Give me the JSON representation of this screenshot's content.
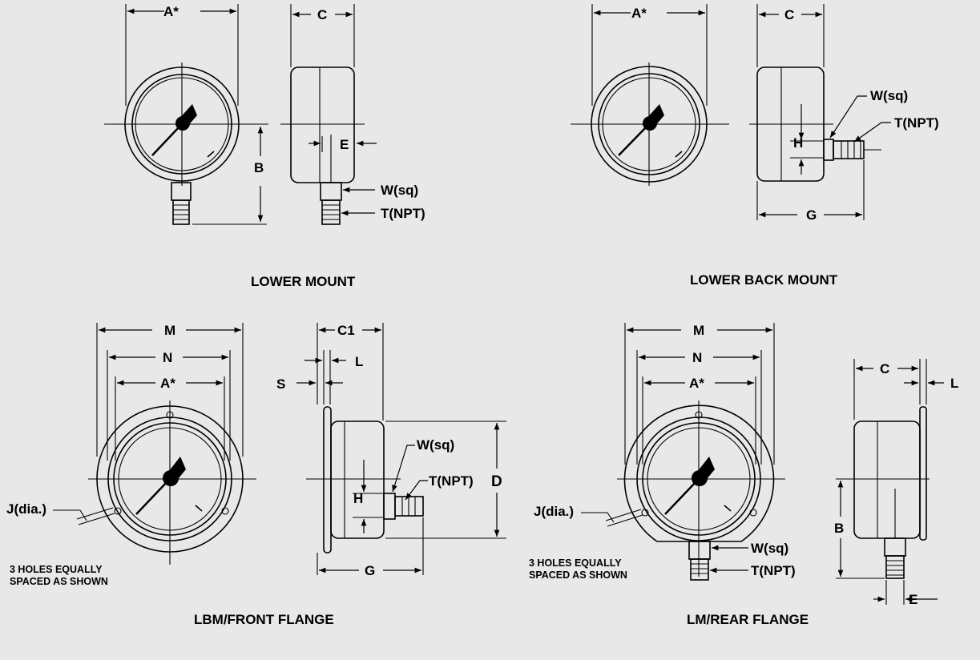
{
  "diagram": {
    "titles": {
      "lower_mount": "LOWER MOUNT",
      "lower_back_mount": "LOWER BACK MOUNT",
      "lbm_front_flange": "LBM/FRONT FLANGE",
      "lm_rear_flange": "LM/REAR FLANGE"
    },
    "labels": {
      "A": "A*",
      "B": "B",
      "C": "C",
      "C1": "C1",
      "D": "D",
      "E": "E",
      "G": "G",
      "H": "H",
      "J": "J(dia.)",
      "L": "L",
      "M": "M",
      "N": "N",
      "S": "S",
      "T": "T(NPT)",
      "W": "W(sq)"
    },
    "notes": {
      "holes_line1": "3 HOLES EQUALLY",
      "holes_line2": "SPACED AS SHOWN"
    }
  }
}
